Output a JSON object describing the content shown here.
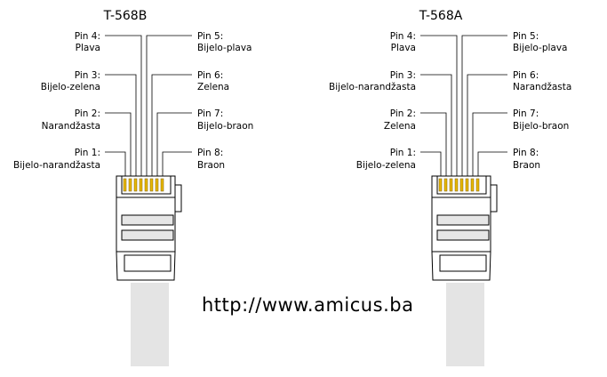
{
  "url": "http://www.amicus.ba",
  "standards": [
    {
      "title": "T-568B",
      "pins": [
        {
          "pin": "Pin 1:",
          "color": "Bijelo-narandžasta"
        },
        {
          "pin": "Pin 2:",
          "color": "Narandžasta"
        },
        {
          "pin": "Pin 3:",
          "color": "Bijelo-zelena"
        },
        {
          "pin": "Pin 4:",
          "color": "Plava"
        },
        {
          "pin": "Pin 5:",
          "color": "Bijelo-plava"
        },
        {
          "pin": "Pin 6:",
          "color": "Zelena"
        },
        {
          "pin": "Pin 7:",
          "color": "Bijelo-braon"
        },
        {
          "pin": "Pin 8:",
          "color": "Braon"
        }
      ]
    },
    {
      "title": "T-568A",
      "pins": [
        {
          "pin": "Pin 1:",
          "color": "Bijelo-zelena"
        },
        {
          "pin": "Pin 2:",
          "color": "Zelena"
        },
        {
          "pin": "Pin 3:",
          "color": "Bijelo-narandžasta"
        },
        {
          "pin": "Pin 4:",
          "color": "Plava"
        },
        {
          "pin": "Pin 5:",
          "color": "Bijelo-plava"
        },
        {
          "pin": "Pin 6:",
          "color": "Narandžasta"
        },
        {
          "pin": "Pin 7:",
          "color": "Bijelo-braon"
        },
        {
          "pin": "Pin 8:",
          "color": "Braon"
        }
      ]
    }
  ],
  "colors": {
    "line": "#000000",
    "cable": "#e4e4e4",
    "plug_fill": "#ffffff",
    "slot_fill": "#e6e6e6",
    "contact": "#e8b800"
  }
}
